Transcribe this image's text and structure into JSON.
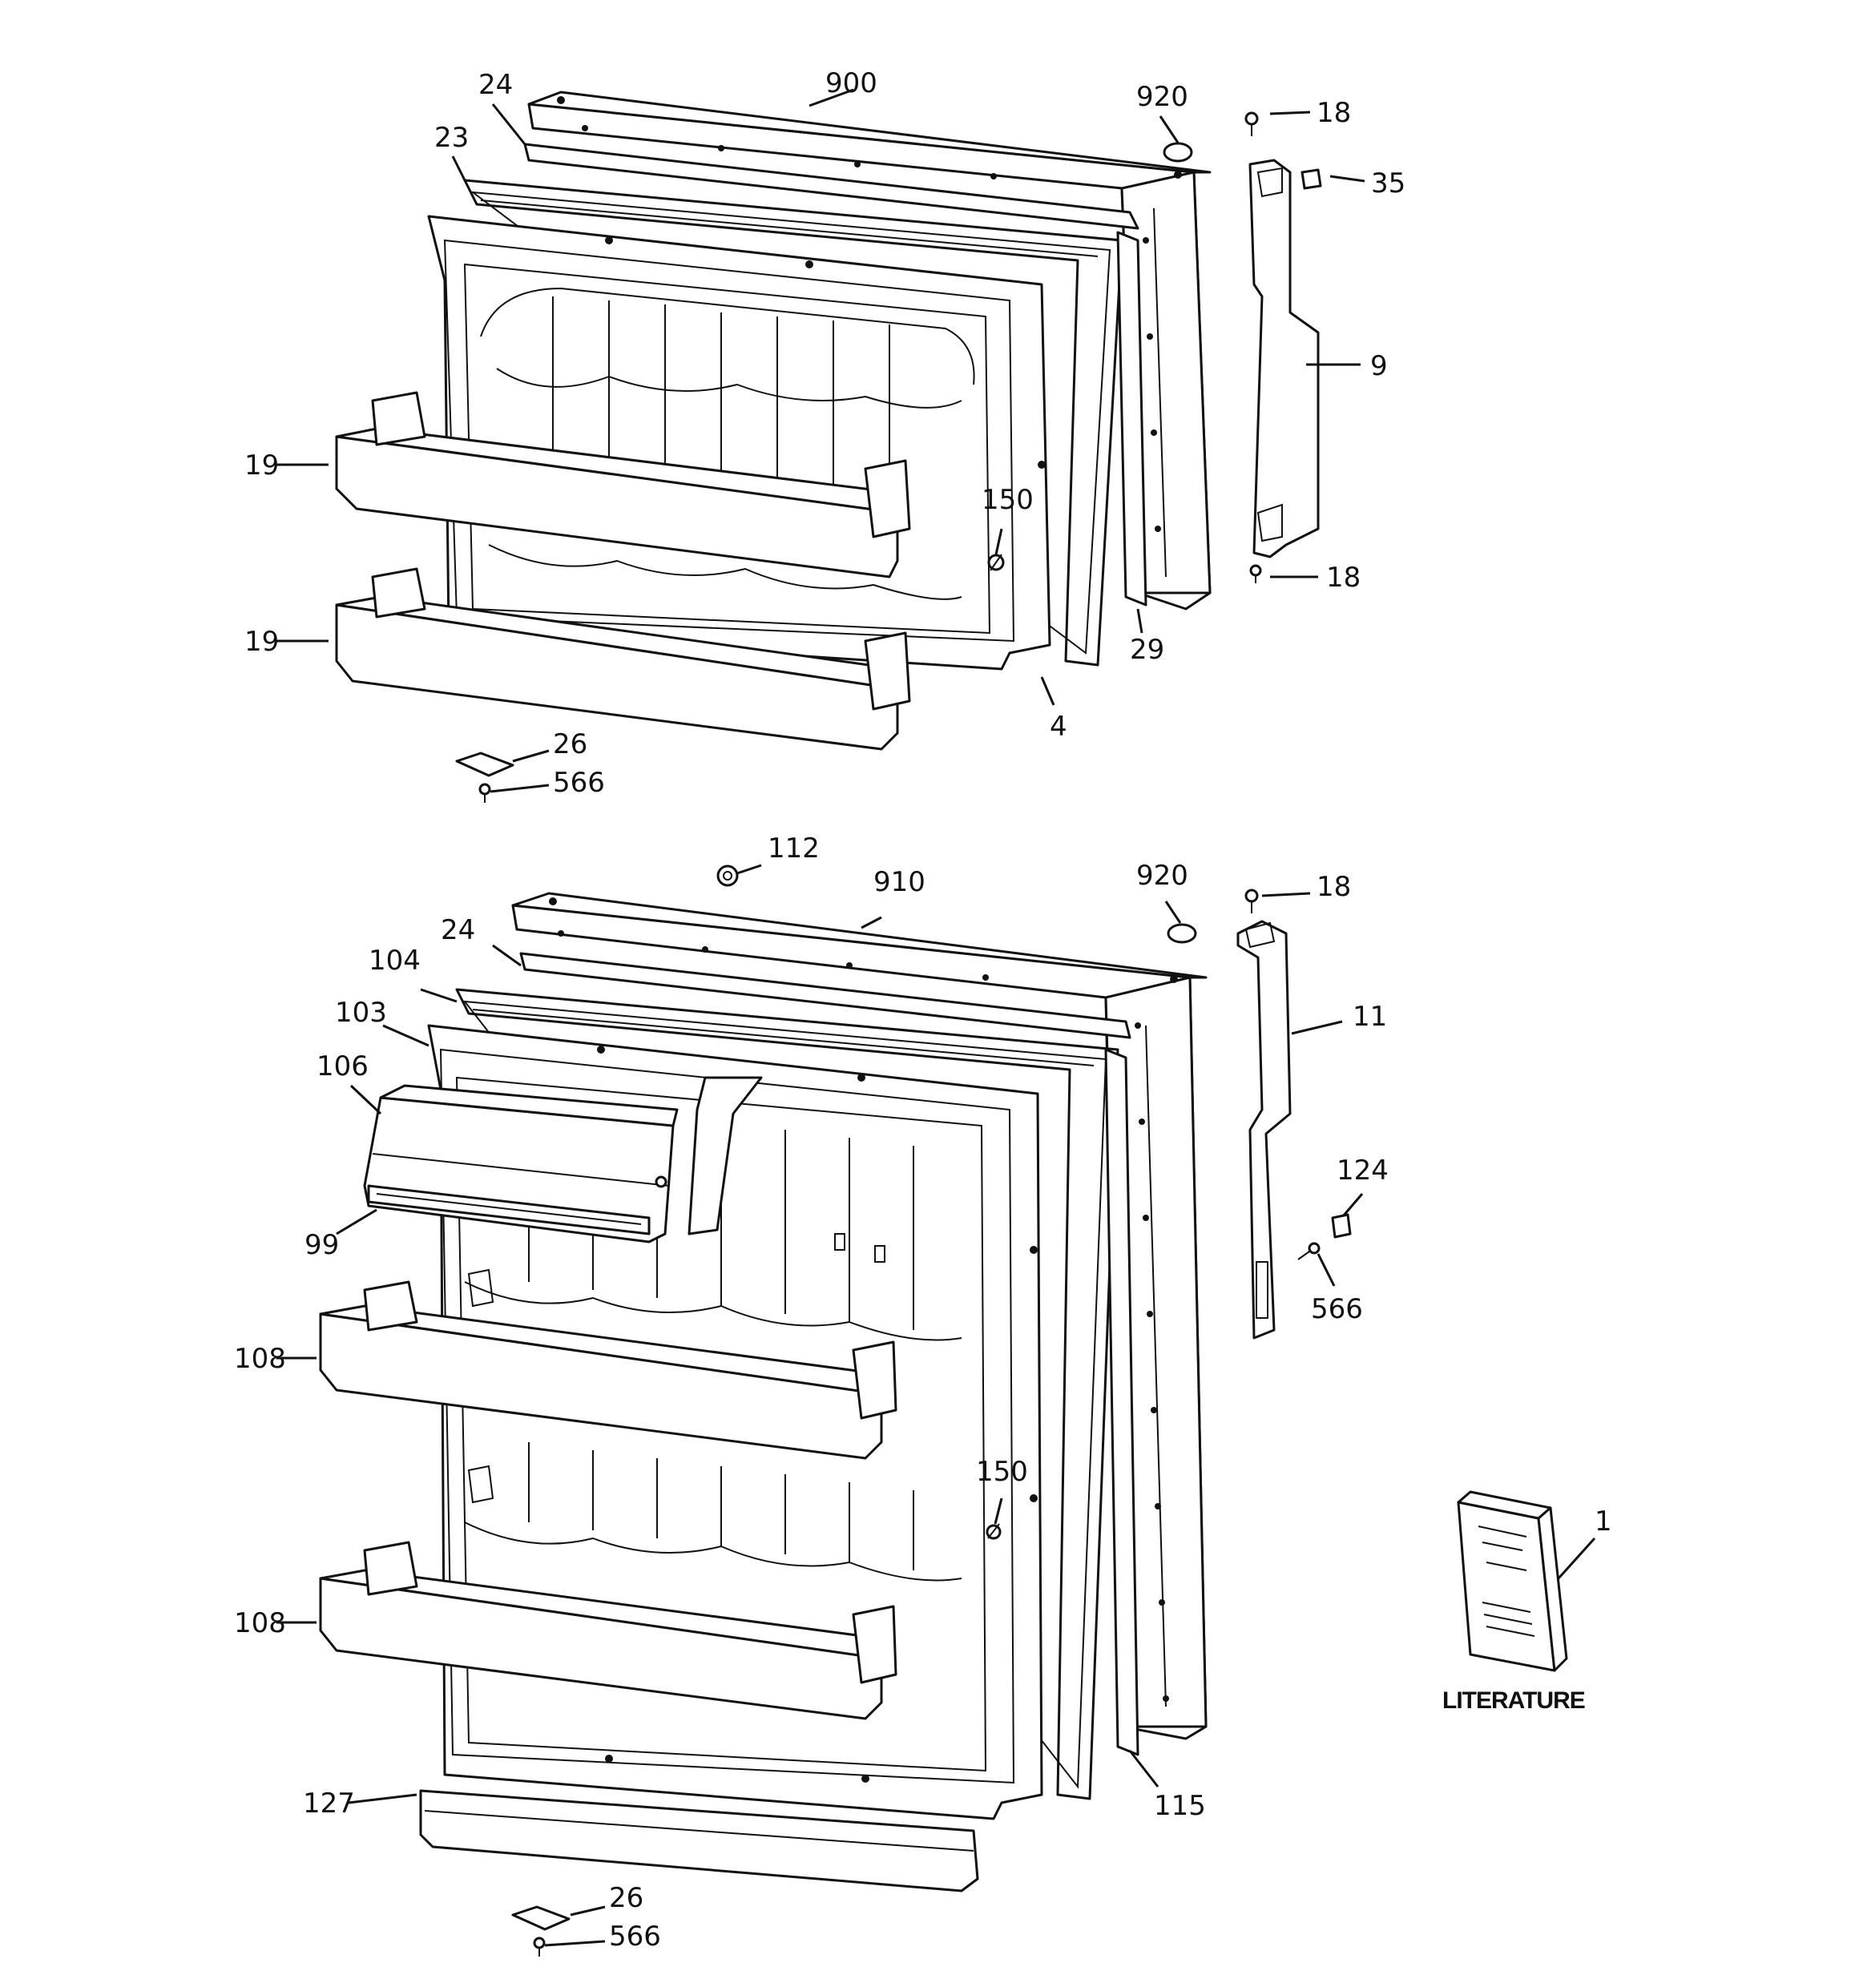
{
  "title": "",
  "literature_label": "LITERATURE",
  "callouts_upper": [
    {
      "id": "u-900",
      "label": "900"
    },
    {
      "id": "u-24",
      "label": "24"
    },
    {
      "id": "u-23",
      "label": "23"
    },
    {
      "id": "u-920",
      "label": "920"
    },
    {
      "id": "u-18a",
      "label": "18"
    },
    {
      "id": "u-35",
      "label": "35"
    },
    {
      "id": "u-9",
      "label": "9"
    },
    {
      "id": "u-19a",
      "label": "19"
    },
    {
      "id": "u-19b",
      "label": "19"
    },
    {
      "id": "u-150",
      "label": "150"
    },
    {
      "id": "u-18b",
      "label": "18"
    },
    {
      "id": "u-29",
      "label": "29"
    },
    {
      "id": "u-4",
      "label": "4"
    },
    {
      "id": "u-26",
      "label": "26"
    },
    {
      "id": "u-566",
      "label": "566"
    }
  ],
  "callouts_lower": [
    {
      "id": "l-112",
      "label": "112"
    },
    {
      "id": "l-910",
      "label": "910"
    },
    {
      "id": "l-920",
      "label": "920"
    },
    {
      "id": "l-18",
      "label": "18"
    },
    {
      "id": "l-24",
      "label": "24"
    },
    {
      "id": "l-104",
      "label": "104"
    },
    {
      "id": "l-103",
      "label": "103"
    },
    {
      "id": "l-11",
      "label": "11"
    },
    {
      "id": "l-106",
      "label": "106"
    },
    {
      "id": "l-124",
      "label": "124"
    },
    {
      "id": "l-99",
      "label": "99"
    },
    {
      "id": "l-566a",
      "label": "566"
    },
    {
      "id": "l-108a",
      "label": "108"
    },
    {
      "id": "l-150",
      "label": "150"
    },
    {
      "id": "l-1",
      "label": "1"
    },
    {
      "id": "l-108b",
      "label": "108"
    },
    {
      "id": "l-127",
      "label": "127"
    },
    {
      "id": "l-115",
      "label": "115"
    },
    {
      "id": "l-26",
      "label": "26"
    },
    {
      "id": "l-566b",
      "label": "566"
    }
  ]
}
